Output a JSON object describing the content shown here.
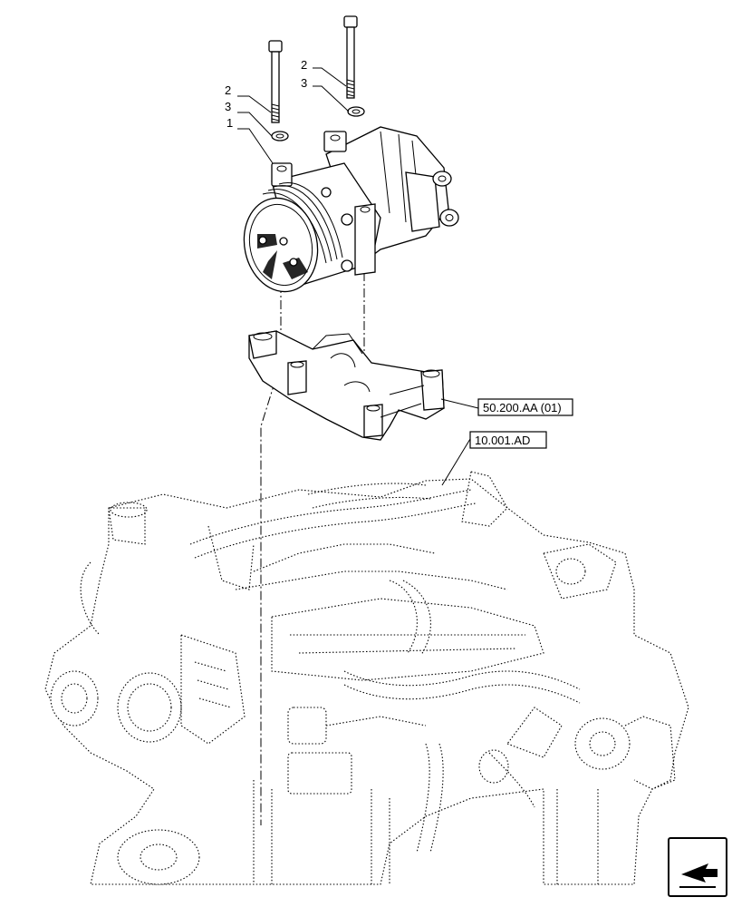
{
  "callouts": {
    "bolt_left_number": "2",
    "washer_left_number": "3",
    "compressor_number": "1",
    "bolt_right_number": "2",
    "washer_right_number": "3"
  },
  "references": {
    "bracket_ref": "50.200.AA (01)",
    "engine_ref": "10.001.AD"
  },
  "icons": {
    "nav_button": "arrow-icon"
  }
}
